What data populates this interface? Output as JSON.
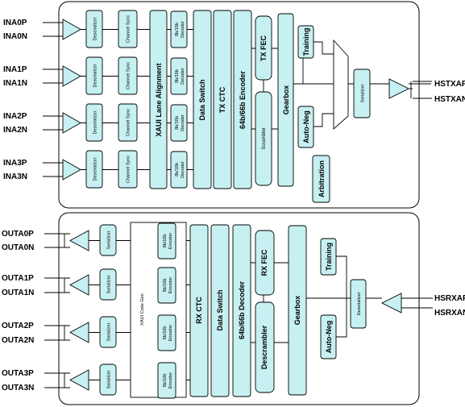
{
  "tx": {
    "inputs": [
      "INA0P",
      "INA0N",
      "INA1P",
      "INA1N",
      "INA2P",
      "INA2N",
      "INA3P",
      "INA3N"
    ],
    "deserializer": "Deserializer",
    "channel_sync": "Channel Sync",
    "lane_alignment": "XAUI Lane Alignment",
    "decoder": [
      "8b/10b",
      "Decoder"
    ],
    "data_switch": "Data Switch",
    "tx_ctc": "TX CTC",
    "encoder_64b66b": "64b/66b Encoder",
    "tx_fec": "TX FEC",
    "scrambler": "Scrambler",
    "gearbox": "Gearbox",
    "training": "Training",
    "auto_neg": "Auto-Neg",
    "arbitration": "Arbitration",
    "serializer": "Serializer",
    "outputs": [
      "HSTXAP",
      "HSTXAN"
    ]
  },
  "rx": {
    "outputs": [
      "OUTA0P",
      "OUTA0N",
      "OUTA1P",
      "OUTA1N",
      "OUTA2P",
      "OUTA2N",
      "OUTA3P",
      "OUTA3N"
    ],
    "serializer": "Serializer",
    "code_gen": "XAUI Code Gen",
    "encoder": [
      "8b/10b",
      "Encoder"
    ],
    "rx_ctc": "RX CTC",
    "data_switch": "Data Switch",
    "decoder_64b66b": "64b/66b Decoder",
    "rx_fec": "RX FEC",
    "descrambler": "Descrambler",
    "gearbox": "Gearbox",
    "training": "Training",
    "auto_neg": "Auto-Neg",
    "deserializer": "Deserializer",
    "inputs": [
      "HSRXAP",
      "HSRXAN"
    ]
  }
}
